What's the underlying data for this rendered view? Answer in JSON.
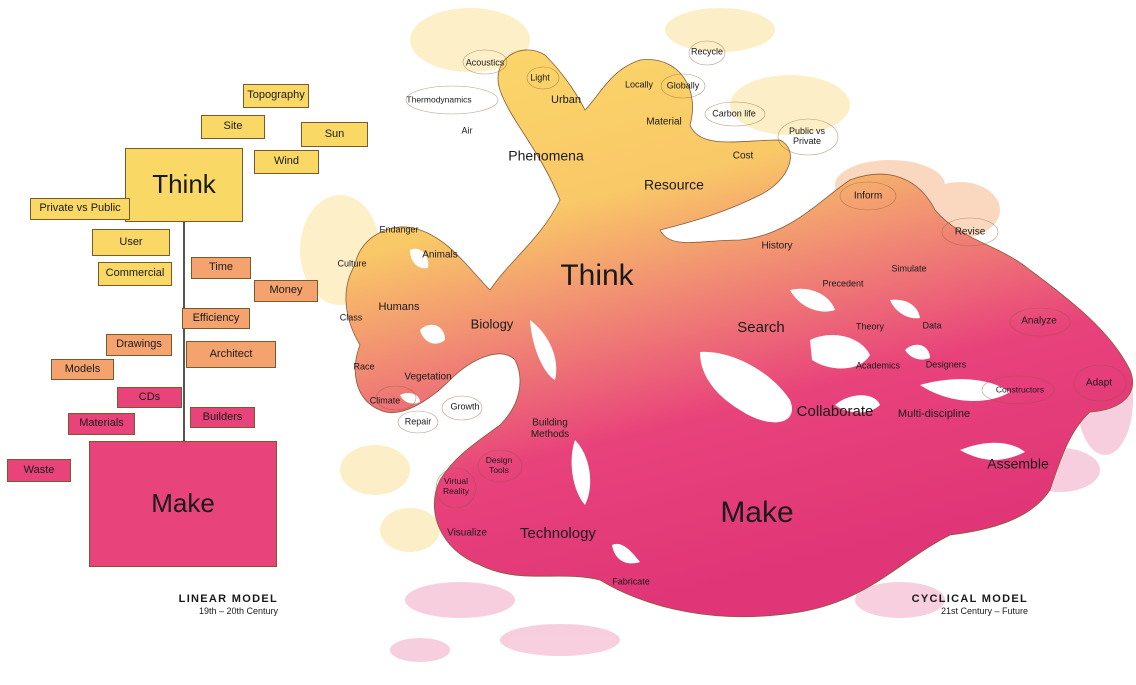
{
  "linear_model": {
    "caption_title": "LINEAR MODEL",
    "caption_subtitle": "19th – 20th Century",
    "think": "Think",
    "make": "Make",
    "items": [
      {
        "label": "Topography",
        "tone": "yellow"
      },
      {
        "label": "Site",
        "tone": "yellow"
      },
      {
        "label": "Sun",
        "tone": "yellow"
      },
      {
        "label": "Wind",
        "tone": "yellow"
      },
      {
        "label": "Private vs Public",
        "tone": "yellow"
      },
      {
        "label": "User",
        "tone": "yellow"
      },
      {
        "label": "Commercial",
        "tone": "yellow"
      },
      {
        "label": "Time",
        "tone": "orange"
      },
      {
        "label": "Money",
        "tone": "orange"
      },
      {
        "label": "Efficiency",
        "tone": "orange"
      },
      {
        "label": "Drawings",
        "tone": "orange"
      },
      {
        "label": "Architect",
        "tone": "orange"
      },
      {
        "label": "Models",
        "tone": "orange"
      },
      {
        "label": "CDs",
        "tone": "pink"
      },
      {
        "label": "Builders",
        "tone": "pink"
      },
      {
        "label": "Materials",
        "tone": "pink"
      },
      {
        "label": "Waste",
        "tone": "pink"
      }
    ]
  },
  "cyclical_model": {
    "caption_title": "CYCLICAL MODEL",
    "caption_subtitle": "21st Century – Future",
    "think": "Think",
    "make": "Make",
    "labels": [
      "Acoustics",
      "Light",
      "Recycle",
      "Locally",
      "Globally",
      "Thermodynamics",
      "Urban",
      "Air",
      "Material",
      "Carbon life",
      "Public vs Private",
      "Phenomena",
      "Cost",
      "Resource",
      "Inform",
      "Endanger",
      "Animals",
      "Culture",
      "Revise",
      "History",
      "Simulate",
      "Humans",
      "Precedent",
      "Class",
      "Biology",
      "Search",
      "Theory",
      "Data",
      "Analyze",
      "Race",
      "Vegetation",
      "Academics",
      "Designers",
      "Adapt",
      "Constructors",
      "Climate",
      "Growth",
      "Repair",
      "Collaborate",
      "Multi-discipline",
      "Building Methods",
      "Design Tools",
      "Virtual Reality",
      "Assemble",
      "Visualize",
      "Technology",
      "Fabricate"
    ]
  },
  "colors": {
    "yellow": "#fad866",
    "orange": "#f4a36f",
    "pink": "#e8437a",
    "light_yellow": "#fbe29a",
    "light_pink": "#f2a7c3"
  }
}
